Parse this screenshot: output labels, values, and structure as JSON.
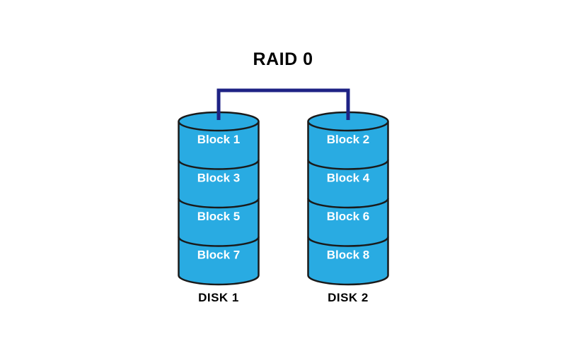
{
  "title": "RAID 0",
  "colors": {
    "background": "#FFFFFF",
    "disk_fill": "#29ABE2",
    "disk_stroke": "#1A1A1A",
    "connector": "#1E2284",
    "block_text": "#FFFFFF",
    "label_text": "#000000",
    "title_text": "#000000"
  },
  "disks": [
    {
      "label": "DISK 1",
      "blocks": [
        "Block 1",
        "Block 3",
        "Block 5",
        "Block 7"
      ]
    },
    {
      "label": "DISK 2",
      "blocks": [
        "Block 2",
        "Block 4",
        "Block 6",
        "Block 8"
      ]
    }
  ]
}
